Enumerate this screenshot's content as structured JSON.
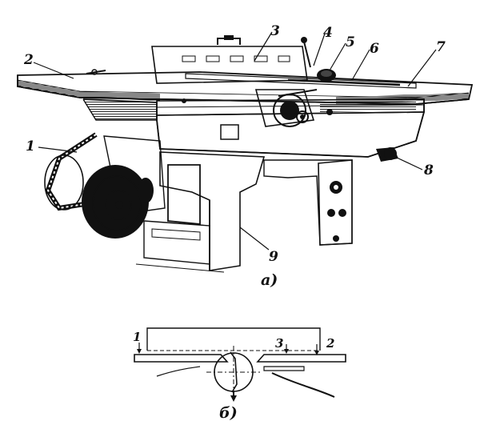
{
  "figure_a": {
    "caption": "а)",
    "labels": [
      {
        "id": "1",
        "text": "1"
      },
      {
        "id": "2",
        "text": "2"
      },
      {
        "id": "3",
        "text": "3"
      },
      {
        "id": "4",
        "text": "4"
      },
      {
        "id": "5",
        "text": "5"
      },
      {
        "id": "6",
        "text": "6"
      },
      {
        "id": "7",
        "text": "7"
      },
      {
        "id": "8",
        "text": "8"
      },
      {
        "id": "9",
        "text": "9"
      }
    ]
  },
  "figure_b": {
    "caption": "б)",
    "labels": [
      {
        "id": "1",
        "text": "1"
      },
      {
        "id": "3",
        "text": "3"
      },
      {
        "id": "2",
        "text": "2"
      }
    ]
  },
  "colors": {
    "ink": "#111111",
    "paper": "#ffffff"
  }
}
